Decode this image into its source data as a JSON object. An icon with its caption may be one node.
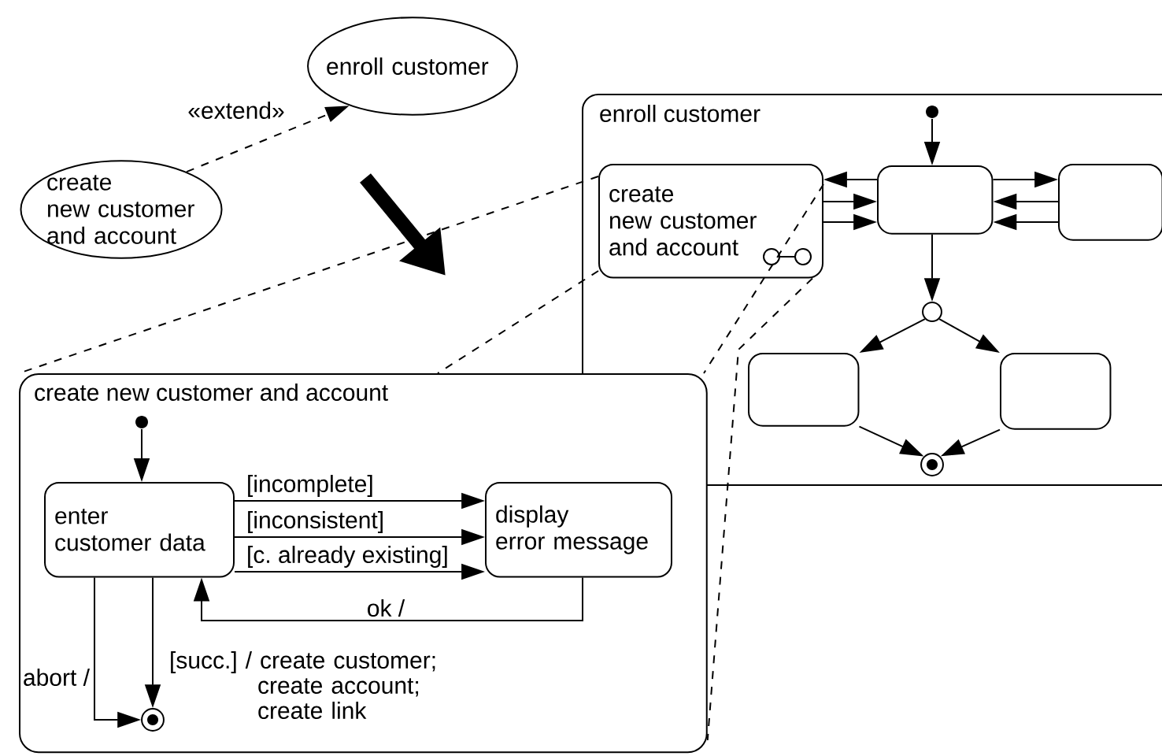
{
  "diagram": {
    "nodes": [
      {
        "text": [
          "create new customer and account"
        ]
      },
      {
        "text": [
          "enroll customer"
        ]
      },
      {
        "text": [
          "enroll customer"
        ]
      },
      {
        "text": [
          "create new customer and account"
        ],
        "in": 2
      },
      {
        "text": [],
        "shape": "box",
        "in": 2
      },
      {
        "text": [],
        "shape": "box",
        "in": 2
      },
      {
        "text": [],
        "shape": "circle",
        "in": 2
      },
      {
        "text": [],
        "shape": "circle",
        "in": 2
      },
      {
        "text": [],
        "shape": "box",
        "in": 2
      },
      {
        "text": [],
        "shape": "box",
        "in": 2
      },
      {
        "text": [],
        "shape": "circle",
        "in": 2
      },
      {
        "text": [
          "create new customer and account"
        ]
      },
      {
        "text": [],
        "shape": "circle",
        "in": 11
      },
      {
        "text": [
          "enter customer data"
        ],
        "in": 11
      },
      {
        "text": [
          "display error message"
        ],
        "in": 11
      },
      {
        "text": [],
        "shape": "circle",
        "in": 11
      }
    ],
    "edges": [
      {
        "from": 0,
        "to": 1,
        "arrow": "to",
        "style": "dashed",
        "label": "«extend»"
      },
      {
        "from": 6,
        "to": 4,
        "arrow": "to"
      },
      {
        "from": 4,
        "to": 3,
        "arrow": "to"
      },
      {
        "from": 3,
        "to": 4,
        "arrow": "to"
      },
      {
        "from": 3,
        "to": 4,
        "arrow": "to"
      },
      {
        "from": 4,
        "to": 5,
        "arrow": "to"
      },
      {
        "from": 5,
        "to": 4,
        "arrow": "to"
      },
      {
        "from": 5,
        "to": 4,
        "arrow": "to"
      },
      {
        "from": 4,
        "to": 7,
        "arrow": "to"
      },
      {
        "from": 7,
        "to": 8,
        "arrow": "to"
      },
      {
        "from": 7,
        "to": 9,
        "arrow": "to"
      },
      {
        "from": 8,
        "to": 10,
        "arrow": "to"
      },
      {
        "from": 9,
        "to": 10,
        "arrow": "to"
      },
      {
        "from": 3,
        "to": 11,
        "arrow": "none",
        "style": "dashed"
      },
      {
        "from": 3,
        "to": 11,
        "arrow": "none",
        "style": "dashed"
      },
      {
        "from": 3,
        "to": 11,
        "arrow": "none",
        "style": "dashed"
      },
      {
        "from": 3,
        "to": 11,
        "arrow": "none",
        "style": "dashed"
      },
      {
        "from": 12,
        "to": 13,
        "arrow": "to"
      },
      {
        "from": 13,
        "to": 14,
        "arrow": "to",
        "label": "[incomplete]"
      },
      {
        "from": 13,
        "to": 14,
        "arrow": "to",
        "label": "[inconsistent]"
      },
      {
        "from": 13,
        "to": 14,
        "arrow": "to",
        "label": "[c. already existing]"
      },
      {
        "from": 14,
        "to": 13,
        "arrow": "to",
        "label": "ok /"
      },
      {
        "from": 13,
        "to": 15,
        "arrow": "to",
        "label": "abort /"
      },
      {
        "from": 13,
        "to": 15,
        "arrow": "to",
        "label": "[succ.] / create customer; create account; create link"
      }
    ]
  }
}
